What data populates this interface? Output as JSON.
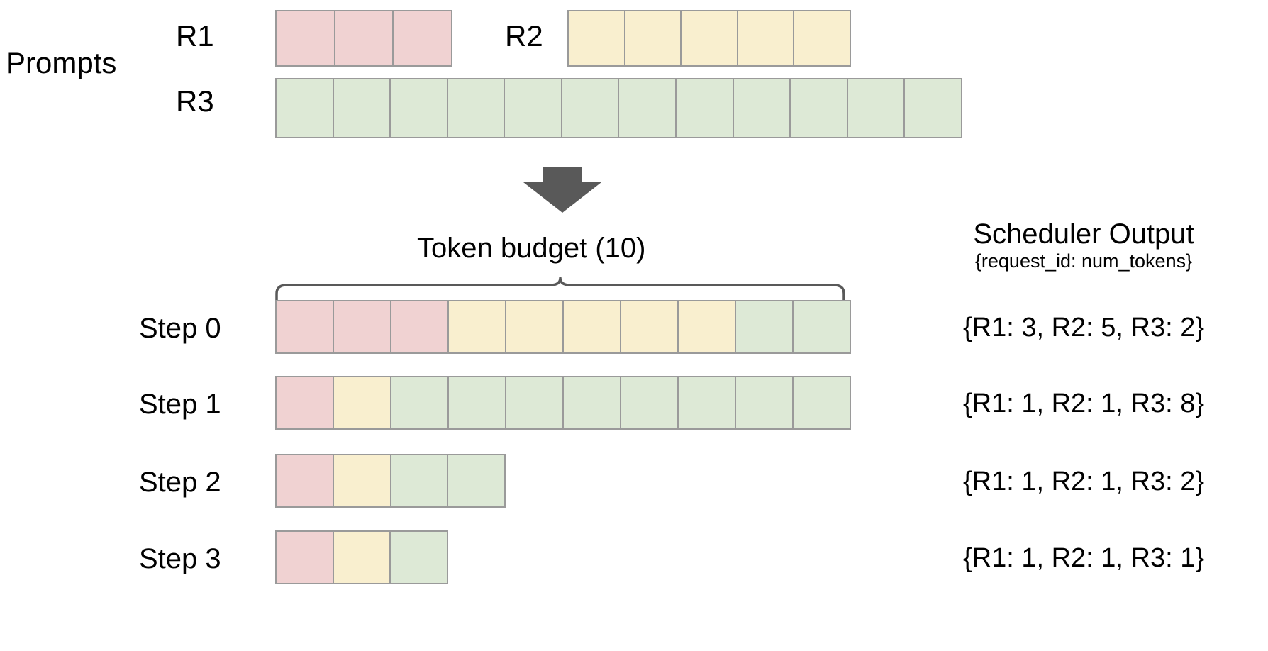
{
  "diagram": {
    "title_text": "Prompts",
    "token_budget_caption": "Token  budget (10)",
    "token_budget_value": 10
  },
  "colors": {
    "r1": "#f0d2d2",
    "r2": "#f9efcf",
    "r3": "#dde9d6",
    "cell_border": "#9a9a9a",
    "arrow": "#595959",
    "brace": "#595959",
    "text": "#000000",
    "background": "#ffffff"
  },
  "prompts": {
    "group_label": "Prompts",
    "rows": [
      {
        "label": "R1",
        "color_key": "r1",
        "num_tokens": 3
      },
      {
        "label": "R2",
        "color_key": "r2",
        "num_tokens": 5
      },
      {
        "label": "R3",
        "color_key": "r3",
        "num_tokens": 12
      }
    ]
  },
  "steps": [
    {
      "label": "Step 0",
      "segments": [
        {
          "request": "R1",
          "color_key": "r1",
          "count": 3
        },
        {
          "request": "R2",
          "color_key": "r2",
          "count": 5
        },
        {
          "request": "R3",
          "color_key": "r3",
          "count": 2
        }
      ],
      "total": 10,
      "scheduler_output": "{R1: 3, R2: 5, R3: 2}"
    },
    {
      "label": "Step 1",
      "segments": [
        {
          "request": "R1",
          "color_key": "r1",
          "count": 1
        },
        {
          "request": "R2",
          "color_key": "r2",
          "count": 1
        },
        {
          "request": "R3",
          "color_key": "r3",
          "count": 8
        }
      ],
      "total": 10,
      "scheduler_output": "{R1: 1, R2: 1, R3: 8}"
    },
    {
      "label": "Step 2",
      "segments": [
        {
          "request": "R1",
          "color_key": "r1",
          "count": 1
        },
        {
          "request": "R2",
          "color_key": "r2",
          "count": 1
        },
        {
          "request": "R3",
          "color_key": "r3",
          "count": 2
        }
      ],
      "total": 4,
      "scheduler_output": "{R1: 1, R2: 1, R3: 2}"
    },
    {
      "label": "Step 3",
      "segments": [
        {
          "request": "R1",
          "color_key": "r1",
          "count": 1
        },
        {
          "request": "R2",
          "color_key": "r2",
          "count": 1
        },
        {
          "request": "R3",
          "color_key": "r3",
          "count": 1
        }
      ],
      "total": 3,
      "scheduler_output": "{R1: 1, R2: 1, R3: 1}"
    }
  ],
  "scheduler_panel": {
    "title": "Scheduler Output",
    "subtitle": "{request_id: num_tokens}",
    "lines": [
      "{R1: 3, R2: 5, R3: 2}",
      "{R1: 1, R2: 1, R3: 8}",
      "{R1: 1, R2: 1, R3: 2}",
      "{R1: 1, R2: 1, R3: 1}"
    ]
  },
  "icons": {
    "down_arrow": "down-arrow-icon",
    "brace": "curly-brace-icon"
  }
}
